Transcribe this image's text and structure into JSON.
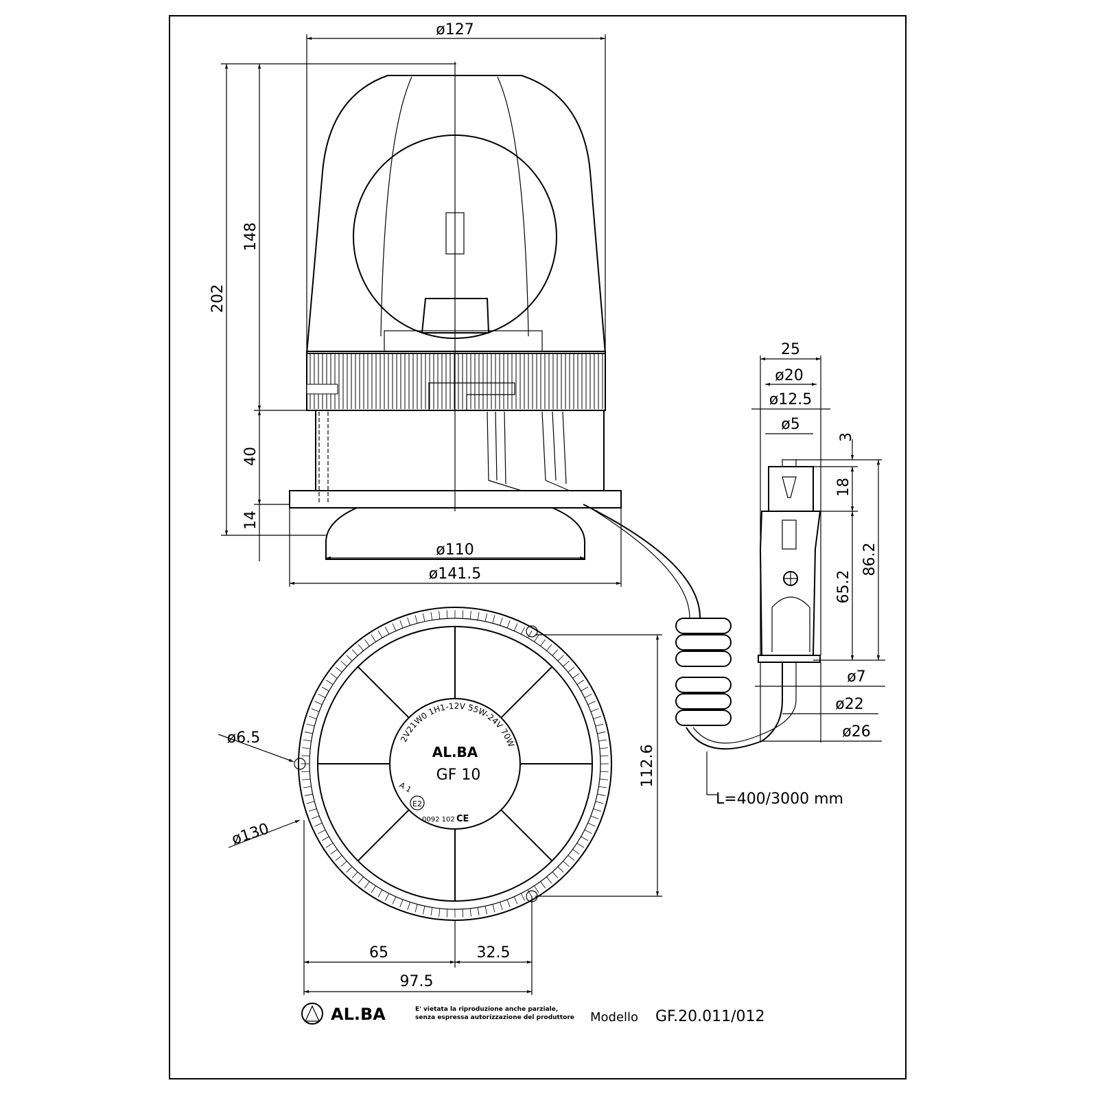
{
  "dimensions": {
    "top_diameter": "ø127",
    "total_height": "202",
    "dome_height": "148",
    "base_height": "40",
    "cup_height": "14",
    "cup_diameter": "ø110",
    "flange_diameter": "ø141.5",
    "hole_diameter": "ø6.5",
    "bolt_circle": "ø130",
    "hole_spacing_v": "112.6",
    "offset_65": "65",
    "offset_32_5": "32.5",
    "offset_97_5": "97.5",
    "plug_width": "25",
    "plug_d20": "ø20",
    "plug_d12_5": "ø12.5",
    "plug_d5": "ø5",
    "plug_3": "3",
    "plug_18": "18",
    "plug_65_2": "65.2",
    "plug_86_2": "86.2",
    "cable_d7": "ø7",
    "cable_d22": "ø22",
    "cable_d26": "ø26",
    "cable_length": "L=400/3000 mm"
  },
  "label": {
    "ratings": "12V21W0 1H1-12V 55W-24V 70W",
    "brand": "AL.BA",
    "model": "GF 10",
    "approval_prefix": "A 1",
    "approval_mark": "E2",
    "approval_number": "0092 102",
    "ce": "CE"
  },
  "footer": {
    "brand": "AL.BA",
    "disclaimer_line1": "E' vietata la riproduzione anche parziale,",
    "disclaimer_line2": "senza espressa autorizzazione del produttore",
    "model_label": "Modello",
    "model_value": "GF.20.011/012"
  }
}
